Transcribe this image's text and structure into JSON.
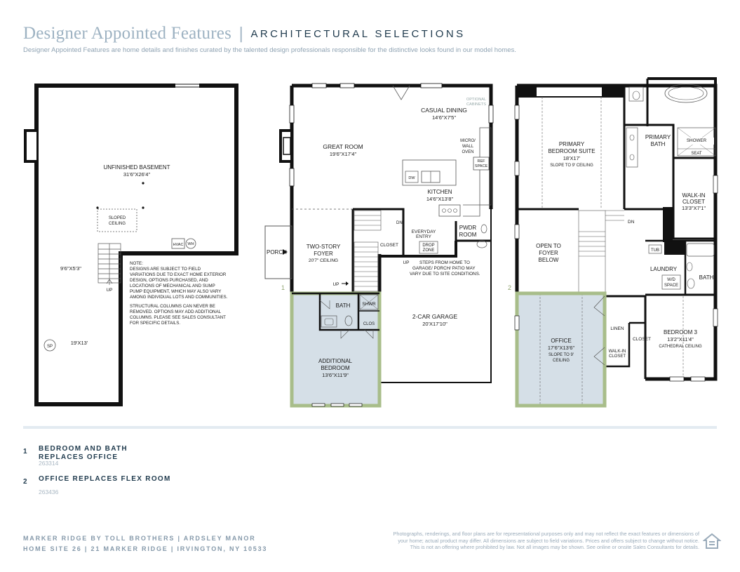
{
  "header": {
    "title": "Designer Appointed Features",
    "separator": "|",
    "section": "ARCHITECTURAL SELECTIONS",
    "description": "Designer Appointed Features are home details and finishes curated by the talented design professionals responsible for the distinctive looks found in our model homes."
  },
  "colors": {
    "title": "#9db2c2",
    "heading": "#1f3a4d",
    "highlight_outline": "#a8bd8a",
    "highlight_fill": "#d5dfe7",
    "wall": "#111111"
  },
  "basement": {
    "room": "UNFINISHED BASEMENT",
    "room_dim": "31'6\"X26'4\"",
    "sloped_1": "SLOPED",
    "sloped_2": "CEILING",
    "hvac": "HVAC",
    "wh": "WH",
    "stair_dim": "9'6\"X5'3\"",
    "up": "UP",
    "area_dim": "19'X13'",
    "sp": "SP",
    "note_lines": [
      "NOTE:",
      "DESIGNS ARE SUBJECT TO FIELD",
      "VARIATIONS DUE TO EXACT HOME EXTERIOR",
      "DESIGN, OPTIONS PURCHASED, AND",
      "LOCATIONS OF MECHANICAL AND SUMP",
      "PUMP EQUIPMENT, WHICH MAY ALSO VARY",
      "AMONG INDIVIDUAL LOTS AND COMMUNITIES.",
      "",
      "STRUCTURAL COLUMNS CAN NEVER BE",
      "REMOVED. OPTIONS MAY ADD ADDITIONAL",
      "COLUMNS. PLEASE SEE SALES  CONSULTANT",
      "FOR SPECIFIC DETAILS."
    ]
  },
  "first_floor": {
    "marker": "1",
    "optional_1": "OPTIONAL",
    "optional_2": "CABINETS",
    "casual_dining": "CASUAL DINING",
    "casual_dining_dim": "14'6\"X7'5\"",
    "great_room": "GREAT ROOM",
    "great_room_dim": "19'6\"X17'4\"",
    "micro_1": "MICRO/",
    "micro_2": "WALL",
    "micro_3": "OVEN",
    "ref_1": "REF",
    "ref_2": "SPACE",
    "dw": "DW",
    "kitchen": "KITCHEN",
    "kitchen_dim": "14'6\"X13'8\"",
    "dn": "DN",
    "everyday_1": "EVERYDAY",
    "everyday_2": "ENTRY",
    "pwdr_1": "PWDR",
    "pwdr_2": "ROOM",
    "closet": "CLOSET",
    "drop_1": "DROP",
    "drop_2": "ZONE",
    "porch": "PORCH",
    "foyer_1": "TWO-STORY",
    "foyer_2": "FOYER",
    "foyer_dim": "20'7\" CEILING",
    "up": "UP",
    "steps_up": "UP",
    "steps_note_1": "STEPS FROM HOME TO",
    "steps_note_2": "GARAGE/ PORCH/ PATIO MAY",
    "steps_note_3": "VARY DUE TO SITE CONDITIONS.",
    "bath": "BATH",
    "shwr": "SHWR",
    "clos": "CLOS",
    "garage": "2-CAR GARAGE",
    "garage_dim": "20'X17'10\"",
    "addl_1": "ADDITIONAL",
    "addl_2": "BEDROOM",
    "addl_dim": "13'6\"X11'9\""
  },
  "second_floor": {
    "marker": "2",
    "primary_1": "PRIMARY",
    "primary_2": "BEDROOM SUITE",
    "primary_dim": "18'X17'",
    "primary_slope": "SLOPE TO 9' CEILING",
    "pbath_1": "PRIMARY",
    "pbath_2": "BATH",
    "shower": "SHOWER",
    "seat": "SEAT",
    "wic_1": "WALK-IN",
    "wic_2": "CLOSET",
    "wic_dim": "13'3\"X7'1\"",
    "dn": "DN",
    "open_1": "OPEN TO",
    "open_2": "FOYER",
    "open_3": "BELOW",
    "tub": "TUB",
    "laundry": "LAUNDRY",
    "wd_1": "W/D",
    "wd_2": "SPACE",
    "bath": "BATH",
    "linen": "LINEN",
    "closet": "CLOSET",
    "office": "OFFICE",
    "office_dim": "17'6\"X13'6\"",
    "office_slope_1": "SLOPE TO 9'",
    "office_slope_2": "CEILING",
    "wic2_1": "WALK-IN",
    "wic2_2": "CLOSET",
    "bed3": "BEDROOM 3",
    "bed3_dim": "13'2\"X11'4\"",
    "bed3_ceiling": "CATHEDRAL CEILING"
  },
  "options": [
    {
      "number": "1",
      "title": "BEDROOM AND BATH REPLACES OFFICE",
      "code": "263314"
    },
    {
      "number": "2",
      "title": "OFFICE REPLACES FLEX ROOM",
      "code": "263436"
    }
  ],
  "footer": {
    "line1": "MARKER RIDGE BY TOLL BROTHERS  |  ARDSLEY MANOR",
    "line2": "HOME SITE 26  |  21 MARKER RIDGE  |  IRVINGTON, NY 10533",
    "disclaimer_1": "Photographs, renderings, and floor plans are for representational purposes only and may not reflect the exact features or dimensions of",
    "disclaimer_2": "your home; actual product may differ. All dimensions are subject to field variations. Prices and offers subject to change without notice.",
    "disclaimer_3": "This is not an offering where prohibited by law. Not all images may be shown. See online or onsite Sales Consultants for details.",
    "eho_icon": "equal-housing-opportunity-icon"
  }
}
